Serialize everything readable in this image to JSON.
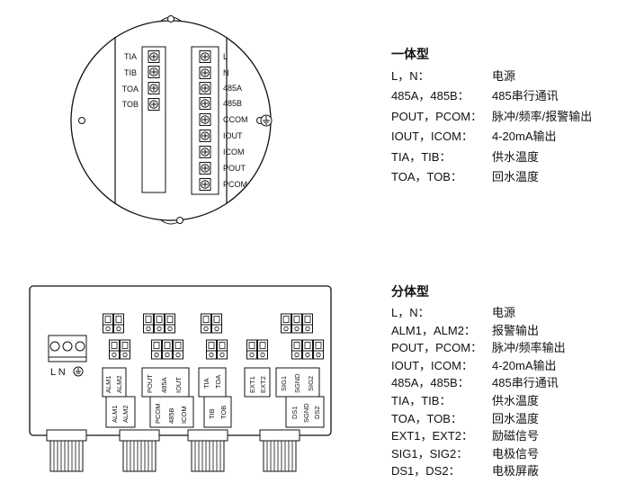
{
  "integrated_box": {
    "left_terminals": [
      "TIA",
      "TIB",
      "TOA",
      "TOB"
    ],
    "right_terminals": [
      "L",
      "N",
      "485A",
      "485B",
      "CCOM",
      "IOUT",
      "ICOM",
      "POUT",
      "PCOM"
    ]
  },
  "split_box": {
    "power_block": {
      "label": "L N",
      "ground_symbol": "⏚"
    },
    "group1": [
      "ALM1",
      "ALM2"
    ],
    "group1_lower": [
      "ALM1",
      "ALM2"
    ],
    "group2": [
      "POUT",
      "485A",
      "IOUT"
    ],
    "group2_lower": [
      "PCOM",
      "485B",
      "ICOM"
    ],
    "group3": [
      "TIA",
      "TOA"
    ],
    "group3_lower": [
      "TIB",
      "TOB"
    ],
    "group4": [
      "EXT1",
      "EXT2"
    ],
    "group5": [
      "SIG1",
      "SGND",
      "SIG2"
    ],
    "group5_lower": [
      "DS1",
      "SGND",
      "DS2"
    ]
  },
  "legend_integrated": {
    "title": "一体型",
    "rows": [
      {
        "key": "L，N：",
        "desc": "电源"
      },
      {
        "key": "485A，485B：",
        "desc": "485串行通讯"
      },
      {
        "key": "POUT，PCOM：",
        "desc": "脉冲/频率/报警输出"
      },
      {
        "key": "IOUT，ICOM：",
        "desc": "4-20mA输出"
      },
      {
        "key": "TIA，TIB：",
        "desc": "供水温度"
      },
      {
        "key": "TOA，TOB：",
        "desc": "回水温度"
      }
    ]
  },
  "legend_split": {
    "title": "分体型",
    "rows": [
      {
        "key": "L，N：",
        "desc": "电源"
      },
      {
        "key": "ALM1，ALM2：",
        "desc": "报警输出"
      },
      {
        "key": "POUT，PCOM：",
        "desc": "脉冲/频率输出"
      },
      {
        "key": "IOUT，ICOM：",
        "desc": "4-20mA输出"
      },
      {
        "key": "485A，485B：",
        "desc": "485串行通讯"
      },
      {
        "key": "TIA，TIB：",
        "desc": "供水温度"
      },
      {
        "key": "TOA，TOB：",
        "desc": "回水温度"
      },
      {
        "key": "EXT1，EXT2：",
        "desc": "励磁信号"
      },
      {
        "key": "SIG1，SIG2：",
        "desc": "电极信号"
      },
      {
        "key": "DS1，DS2：",
        "desc": "电极屏蔽"
      }
    ]
  }
}
